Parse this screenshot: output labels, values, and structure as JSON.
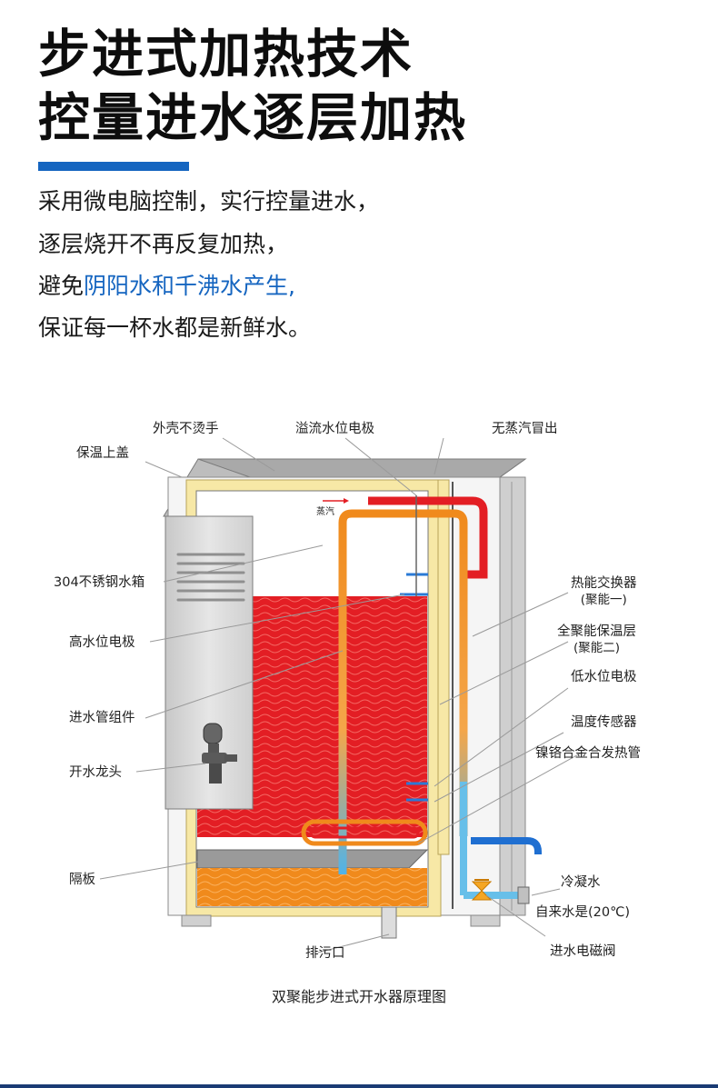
{
  "heading": {
    "line1": "步进式加热技术",
    "line2": "控量进水逐层加热"
  },
  "description": {
    "line1": "采用微电脑控制，实行控量进水，",
    "line2": "逐层烧开不再反复加热，",
    "line3_prefix": "避免",
    "line3_highlight": "阴阳水和千沸水产生,",
    "line4": "保证每一杯水都是新鲜水。"
  },
  "diagram": {
    "caption": "双聚能步进式开水器原理图",
    "steam_label": "蒸汽",
    "labels": {
      "shell": "外壳不烫手",
      "overflow_electrode": "溢流水位电极",
      "no_steam": "无蒸汽冒出",
      "insulated_lid": "保温上盖",
      "tank": "304不锈钢水箱",
      "high_level": "高水位电极",
      "inlet_pipe": "进水管组件",
      "faucet": "开水龙头",
      "partition": "隔板",
      "drain": "排污口",
      "heat_exchanger": "热能交换器",
      "heat_exchanger_sub": "(聚能一)",
      "insulation_layer": "全聚能保温层",
      "insulation_layer_sub": "(聚能二)",
      "low_level": "低水位电极",
      "temp_sensor": "温度传感器",
      "heater": "镍铬合金合发热管",
      "condensate": "冷凝水",
      "tap_water": "自来水是(20℃)",
      "solenoid": "进水电磁阀"
    }
  },
  "colors": {
    "accent": "#1565c0",
    "hot_water": "#e31e24",
    "warm_water": "#f08a1c",
    "insulation": "#f7e8a6",
    "steel": "#d9d9d9"
  }
}
